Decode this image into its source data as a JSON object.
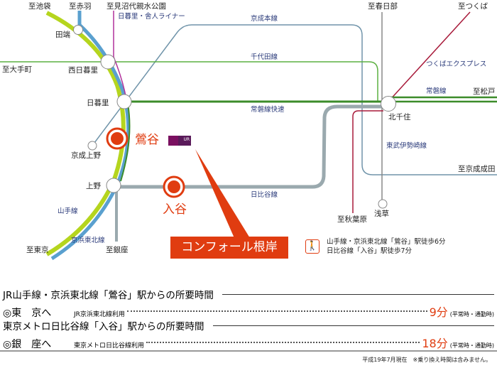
{
  "map": {
    "stations": {
      "tabata": "田端",
      "nishinippori": "西日暮里",
      "nippori": "日暮里",
      "keiseiueno": "京成上野",
      "ueno": "上野",
      "kitasenju": "北千住",
      "asakusa": "浅草",
      "uguisudani": "鶯谷",
      "iriya": "入谷"
    },
    "destinations": {
      "ikebukuro": "至池袋",
      "akabane": "至赤羽",
      "minumadai": "至見沼代親水公園",
      "otemachi": "至大手町",
      "kasukabe": "至春日部",
      "tsukuba": "至つくば",
      "matsudo": "至松戸",
      "narita": "至京成成田",
      "akihabara": "至秋葉原",
      "tokyo": "至東京",
      "ginza": "至銀座"
    },
    "lines": {
      "toneri": "日暮里・舎人ライナー",
      "keisei": "京成本線",
      "chiyoda": "千代田線",
      "joban_rapid": "常磐線快速",
      "tx": "つくばエクスプレス",
      "joban": "常磐線",
      "tobu": "東武伊勢崎線",
      "hibiya": "日比谷線",
      "yamanote": "山手線",
      "keihin": "京浜東北線"
    },
    "property": "コンフォール根岸",
    "ur_logo": "UR",
    "walk": [
      "山手線・京浜東北線「鶯谷」駅徒歩6分",
      "日比谷線「入谷」駅徒歩7分"
    ],
    "walk_icon": "walking-person-icon"
  },
  "times": [
    {
      "heading": "JR山手線・京浜東北線「鶯谷」駅からの所要時間",
      "dest": "◎東　京へ",
      "via": "JR京浜東北線利用",
      "minutes": "9分",
      "note": "(平常時・通勤時)"
    },
    {
      "heading": "東京メトロ日比谷線「入谷」駅からの所要時間",
      "dest": "◎銀　座へ",
      "via": "東京メトロ日比谷線利用",
      "minutes": "18分",
      "note": "(平常時・通勤時)"
    }
  ],
  "footnote": "平成19年7月現在　※乗り換え時間は含みません。",
  "colors": {
    "accent": "#e03c10",
    "yamanote": "#b5d51e",
    "keihin": "#5aa0cf",
    "joban": "#3c8c2a",
    "chiyoda": "#5cb040",
    "keisei": "#7094aa",
    "tx": "#a81a3a",
    "toneri": "#b0309b",
    "hibiya": "#9aa9ae"
  }
}
